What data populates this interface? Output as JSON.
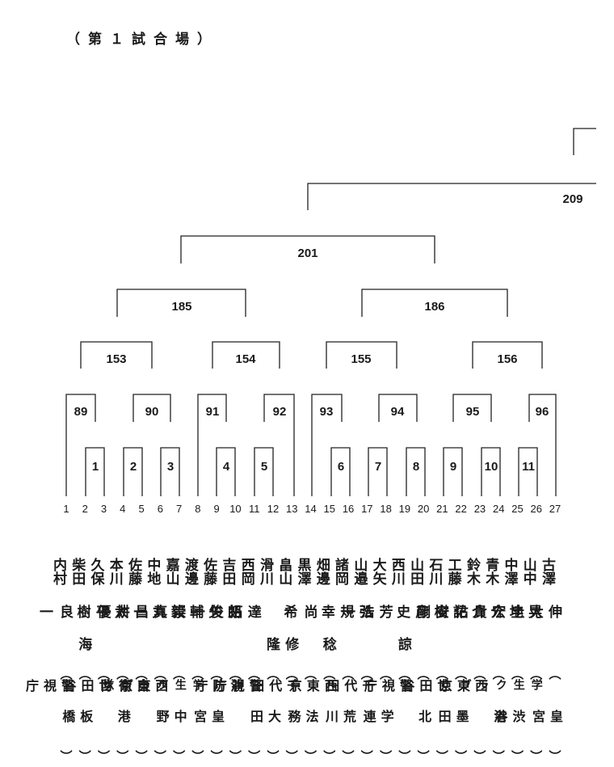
{
  "title": "（第１試合場）",
  "edge_match": "209",
  "top_bout": "201",
  "semis": [
    "185",
    "186"
  ],
  "quarters": [
    "153",
    "154",
    "155",
    "156"
  ],
  "r2": [
    "89",
    "90",
    "91",
    "92",
    "93",
    "94",
    "95",
    "96"
  ],
  "r1": [
    "1",
    "2",
    "3",
    "4",
    "5",
    "6",
    "7",
    "8",
    "9",
    "10",
    "11"
  ],
  "positions": [
    "1",
    "2",
    "3",
    "4",
    "5",
    "6",
    "7",
    "8",
    "9",
    "10",
    "11",
    "12",
    "13",
    "14",
    "15",
    "16",
    "17",
    "18",
    "19",
    "20",
    "21",
    "22",
    "23",
    "24",
    "25",
    "26",
    "27"
  ],
  "players": [
    {
      "family": "内村",
      "given": "良一",
      "affil": "警視庁"
    },
    {
      "family": "柴田",
      "given": "海",
      "affil": "板橋"
    },
    {
      "family": "久保",
      "given": "優樹",
      "affil": "世田谷"
    },
    {
      "family": "本川",
      "given": "耕平",
      "affil": "港"
    },
    {
      "family": "佐藤",
      "given": "昌太",
      "affil": "自衛隊"
    },
    {
      "family": "中地",
      "given": "真一",
      "affil": "西東京"
    },
    {
      "family": "嘉山",
      "given": "崇丸",
      "affil": "中野"
    },
    {
      "family": "渡邊",
      "given": "一毅",
      "affil": "学生クラブ"
    },
    {
      "family": "佐藤",
      "given": "俊輔",
      "affil": "皇宮"
    },
    {
      "family": "吉田",
      "given": "拓矢",
      "affil": "消防庁"
    },
    {
      "family": "西岡",
      "given": "達朗",
      "affil": "警視庁"
    },
    {
      "family": "滑川",
      "given": "隆",
      "affil": "大田"
    },
    {
      "family": "畠山",
      "given": "修",
      "affil": "千代田"
    },
    {
      "family": "黒澤",
      "given": "尚希",
      "affil": "法務"
    },
    {
      "family": "畑邊",
      "given": "稔",
      "affil": "西東京"
    },
    {
      "family": "諸岡",
      "given": "一幸",
      "affil": "荒川"
    },
    {
      "family": "山邉",
      "given": "浩規",
      "affil": "千代田"
    },
    {
      "family": "大矢",
      "given": "芳弘",
      "affil": "学連"
    },
    {
      "family": "西川",
      "given": "諒",
      "affil": "警視庁"
    },
    {
      "family": "山田",
      "given": "剛史",
      "affil": "北"
    },
    {
      "family": "石川",
      "given": "安彦",
      "affil": "世田谷"
    },
    {
      "family": "工藤",
      "given": "佑樹",
      "affil": "墨田"
    },
    {
      "family": "鈴木",
      "given": "貴記",
      "affil": "西東京"
    },
    {
      "family": "青木",
      "given": "宏介",
      "affil": "港"
    },
    {
      "family": "中澤",
      "given": "圭介",
      "affil": "渋谷"
    },
    {
      "family": "山中",
      "given": "大地",
      "affil": "学生クラブ"
    },
    {
      "family": "古澤",
      "given": "伸晃",
      "affil": "皇宮"
    }
  ]
}
